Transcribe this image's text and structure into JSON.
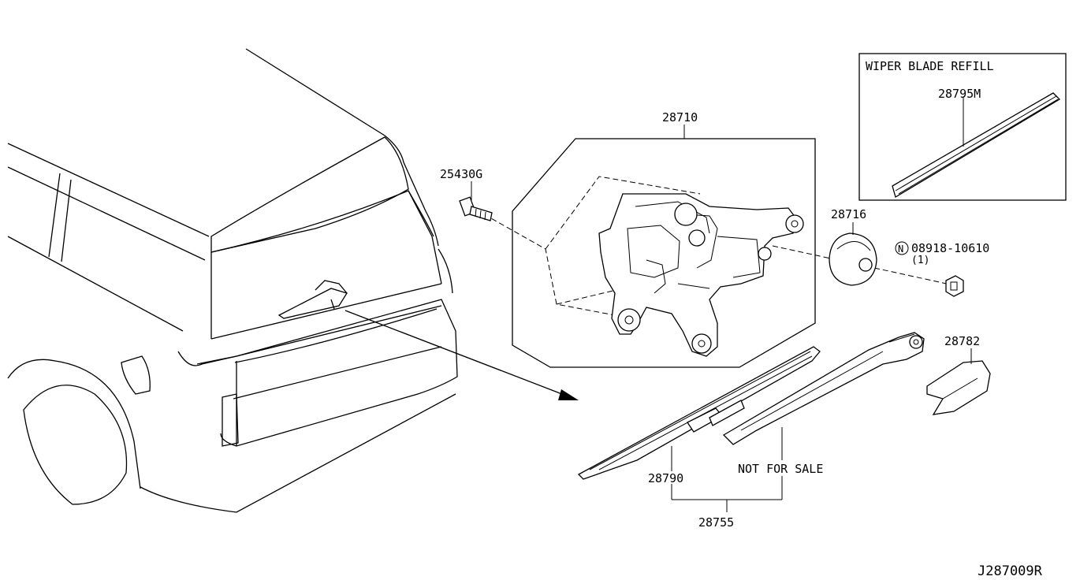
{
  "diagram_code": "J287009R",
  "inset": {
    "title": "WIPER BLADE REFILL"
  },
  "parts": {
    "motor_assembly": "28710",
    "bolt": "25430G",
    "cap": "28716",
    "nut": "08918-10610",
    "nut_qty": "(1)",
    "nut_symbol": "N",
    "refill": "28795M",
    "arm_cover": "28782",
    "blade": "28790",
    "arm_blade_set": "28755",
    "arm_note": "NOT FOR SALE"
  }
}
